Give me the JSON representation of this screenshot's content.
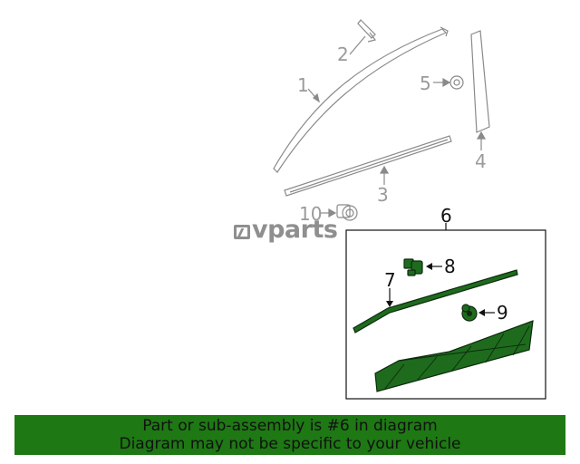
{
  "callouts": {
    "c1": "1",
    "c2": "2",
    "c3": "3",
    "c4": "4",
    "c5": "5",
    "c6": "6",
    "c7": "7",
    "c8": "8",
    "c9": "9",
    "c10": "10"
  },
  "logo": {
    "text": "vparts"
  },
  "banner": {
    "line1": "Part or sub-assembly is #6 in diagram",
    "line2": "Diagram may not be specific to your vehicle"
  },
  "colors": {
    "highlight_green": "#1e7814",
    "part_gray": "#8a8a8a"
  }
}
